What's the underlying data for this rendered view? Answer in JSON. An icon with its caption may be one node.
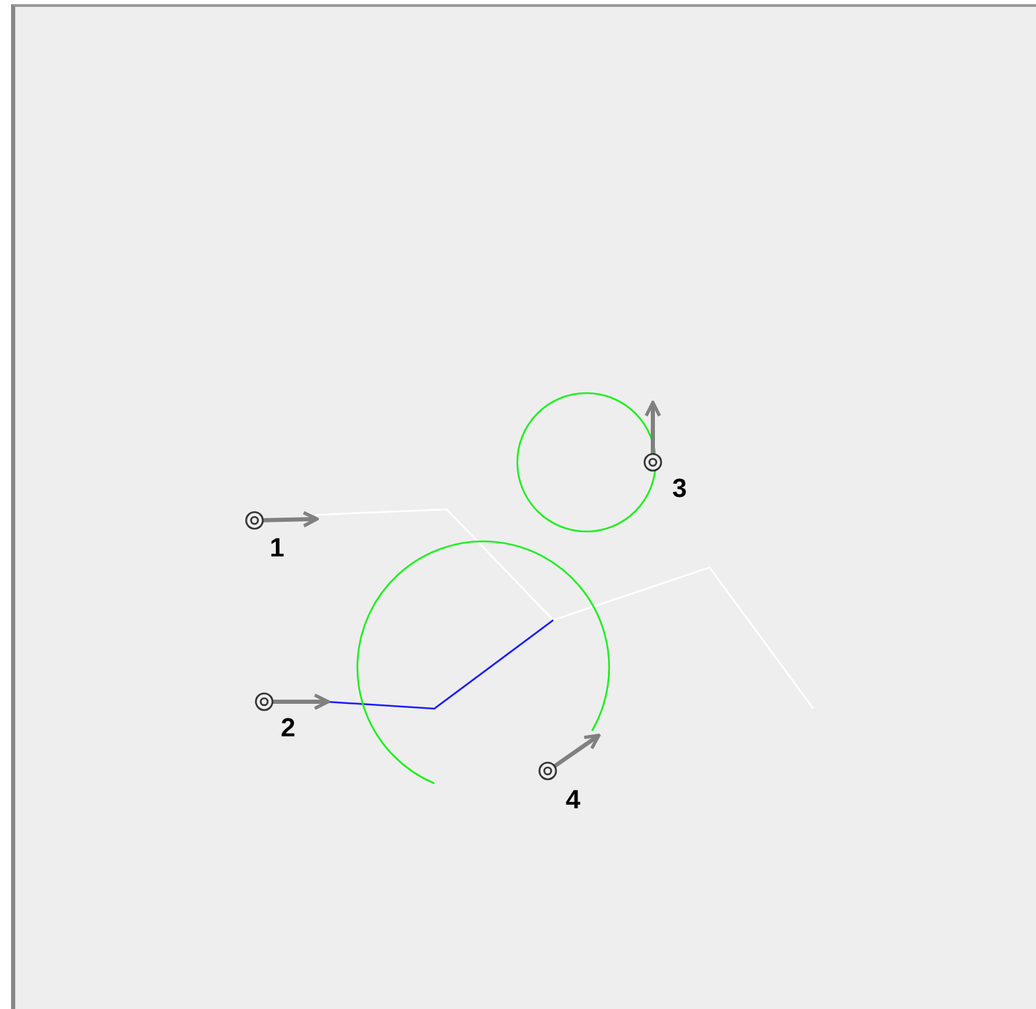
{
  "diagram": {
    "labels": [
      "3",
      "1",
      "2",
      "4"
    ]
  }
}
